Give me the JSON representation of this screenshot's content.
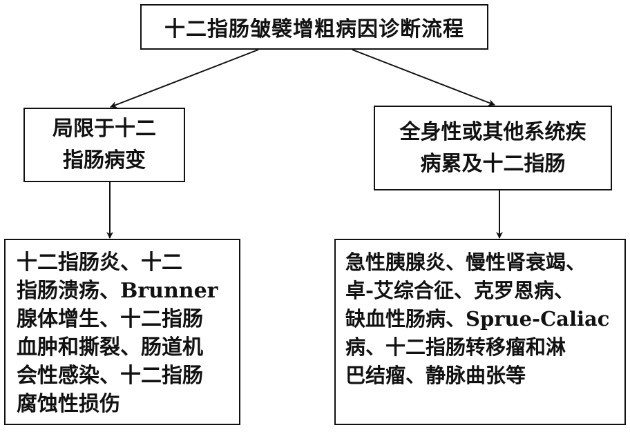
{
  "root": {
    "label": "十二指肠皱襞增粗病因诊断流程"
  },
  "branches": [
    {
      "label": "局限于十二\n指肠病变",
      "details": "十二指肠炎、十二\n指肠溃疡、Brunner\n腺体增生、十二指肠\n血肿和撕裂、肠道机\n会性感染、十二指肠\n腐蚀性损伤"
    },
    {
      "label": "全身性或其他系统疾\n病累及十二指肠",
      "details": "急性胰腺炎、慢性肾衰竭、\n卓-艾综合征、克罗恩病、\n缺血性肠病、Sprue-Caliac\n病、十二指肠转移瘤和淋\n巴结瘤、静脉曲张等"
    }
  ]
}
